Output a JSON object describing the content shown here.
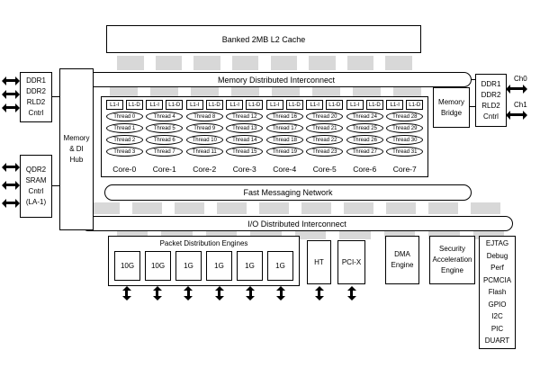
{
  "l2_cache": {
    "label": "Banked 2MB L2 Cache"
  },
  "buses": {
    "memory_interconnect": "Memory Distributed Interconnect",
    "fast_messaging": "Fast Messaging Network",
    "io_interconnect": "I/O Distributed Interconnect"
  },
  "left": {
    "ddr_controller": {
      "lines": [
        "DDR1",
        "DDR2",
        "RLD2",
        "Cntrl"
      ]
    },
    "hub": {
      "lines": [
        "Memory",
        "& DI",
        "Hub"
      ]
    },
    "qdr_controller": {
      "lines": [
        "QDR2",
        "SRAM",
        "Cntrl",
        "(LA-1)"
      ]
    }
  },
  "right": {
    "memory_bridge": {
      "lines": [
        "Memory",
        "Bridge"
      ]
    },
    "ddr_controller": {
      "lines": [
        "DDR1",
        "DDR2",
        "RLD2",
        "Cntrl"
      ]
    },
    "channel_labels": [
      "Ch0",
      "Ch1"
    ]
  },
  "cores": [
    {
      "name": "Core-0",
      "caches": [
        "L1-I",
        "L1-D"
      ],
      "threads": [
        "Thread 0",
        "Thread 1",
        "Thread 2",
        "Thread 3"
      ]
    },
    {
      "name": "Core-1",
      "caches": [
        "L1-I",
        "L1-D"
      ],
      "threads": [
        "Thread 4",
        "Thread 5",
        "Thread 6",
        "Thread 7"
      ]
    },
    {
      "name": "Core-2",
      "caches": [
        "L1-I",
        "L1-D"
      ],
      "threads": [
        "Thread 8",
        "Thread 9",
        "Thread 10",
        "Thread 11"
      ]
    },
    {
      "name": "Core-3",
      "caches": [
        "L1-I",
        "L1-D"
      ],
      "threads": [
        "Thread 12",
        "Thread 13",
        "Thread 14",
        "Thread 15"
      ]
    },
    {
      "name": "Core-4",
      "caches": [
        "L1-I",
        "L1-D"
      ],
      "threads": [
        "Thread 16",
        "Thread 17",
        "Thread 18",
        "Thread 19"
      ]
    },
    {
      "name": "Core-5",
      "caches": [
        "L1-I",
        "L1-D"
      ],
      "threads": [
        "Thread 20",
        "Thread 21",
        "Thread 22",
        "Thread 23"
      ]
    },
    {
      "name": "Core-6",
      "caches": [
        "L1-I",
        "L1-D"
      ],
      "threads": [
        "Thread 24",
        "Thread 25",
        "Thread 26",
        "Thread 27"
      ]
    },
    {
      "name": "Core-7",
      "caches": [
        "L1-I",
        "L1-D"
      ],
      "threads": [
        "Thread 28",
        "Thread 29",
        "Thread 30",
        "Thread 31"
      ]
    }
  ],
  "bottom": {
    "packet_engines": {
      "label": "Packet Distribution Engines",
      "ports": [
        "10G",
        "10G",
        "1G",
        "1G",
        "1G",
        "1G"
      ]
    },
    "ht": {
      "label": "HT"
    },
    "pci_x": {
      "label": "PCI-X"
    },
    "dma": {
      "lines": [
        "DMA",
        "Engine"
      ]
    },
    "security": {
      "lines": [
        "Security",
        "Acceleration",
        "Engine"
      ]
    },
    "peripherals": {
      "lines": [
        "EJTAG",
        "Debug",
        "Perf",
        "PCMCIA",
        "Flash",
        "GPIO",
        "I2C",
        "PIC",
        "DUART"
      ]
    }
  },
  "colors": {
    "connector_gray": "#d8d8d8",
    "line": "#000000",
    "background": "#ffffff"
  }
}
